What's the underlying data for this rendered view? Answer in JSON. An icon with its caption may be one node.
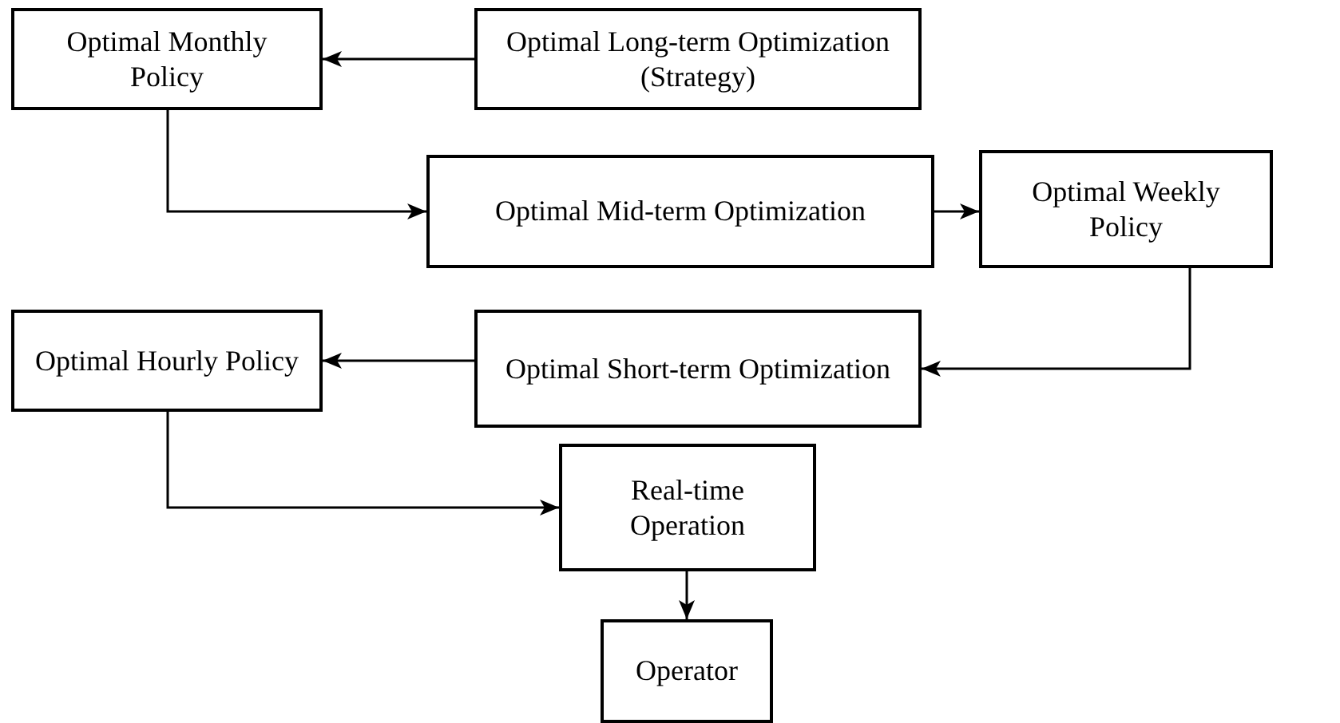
{
  "diagram": {
    "nodes": [
      {
        "text": [
          "Optimal Monthly Policy"
        ]
      },
      {
        "text": [
          "Optimal Long-term Optimization (Strategy)"
        ]
      },
      {
        "text": [
          "Optimal Mid-term Optimization"
        ]
      },
      {
        "text": [
          "Optimal Weekly Policy"
        ]
      },
      {
        "text": [
          "Optimal Hourly Policy"
        ]
      },
      {
        "text": [
          "Optimal Short-term Optimization"
        ]
      },
      {
        "text": [
          "Real-time Operation"
        ]
      },
      {
        "text": [
          "Operator"
        ]
      }
    ],
    "edges": [
      {
        "from": 1,
        "to": 0,
        "arrow": "to"
      },
      {
        "from": 0,
        "to": 2,
        "arrow": "to"
      },
      {
        "from": 2,
        "to": 3,
        "arrow": "to"
      },
      {
        "from": 3,
        "to": 5,
        "arrow": "to"
      },
      {
        "from": 5,
        "to": 4,
        "arrow": "to"
      },
      {
        "from": 4,
        "to": 6,
        "arrow": "to"
      },
      {
        "from": 6,
        "to": 7,
        "arrow": "to"
      }
    ]
  }
}
